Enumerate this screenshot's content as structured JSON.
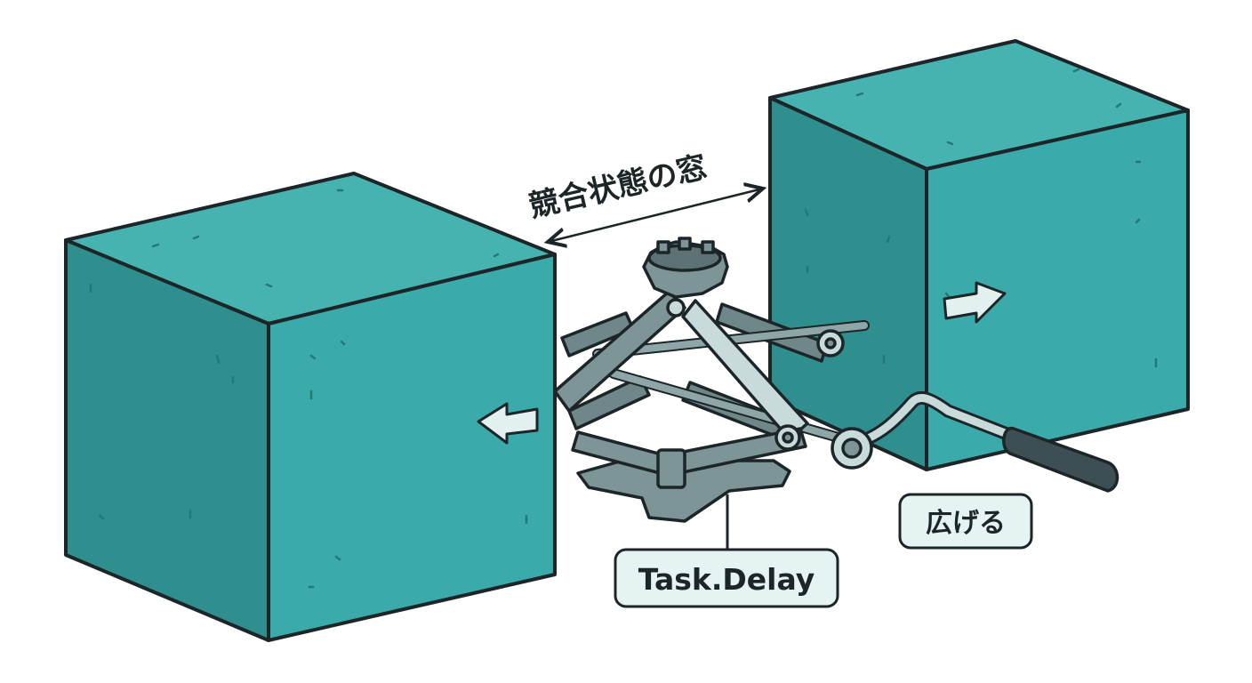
{
  "labels": {
    "window": "競合状態の窓",
    "spread": "広げる",
    "delay": "Task.Delay"
  },
  "colors": {
    "block_front": "#3aaaaa",
    "block_top": "#46b3b1",
    "block_side": "#2f8f8f",
    "jack_metal": "#7d9597",
    "jack_light": "#c9dadb",
    "handle_grip": "#3d4f52",
    "label_bg": "#e6f3f3",
    "outline": "#1c2528"
  },
  "icons": [
    "arrow-left-icon",
    "arrow-right-icon",
    "double-arrow-icon"
  ]
}
